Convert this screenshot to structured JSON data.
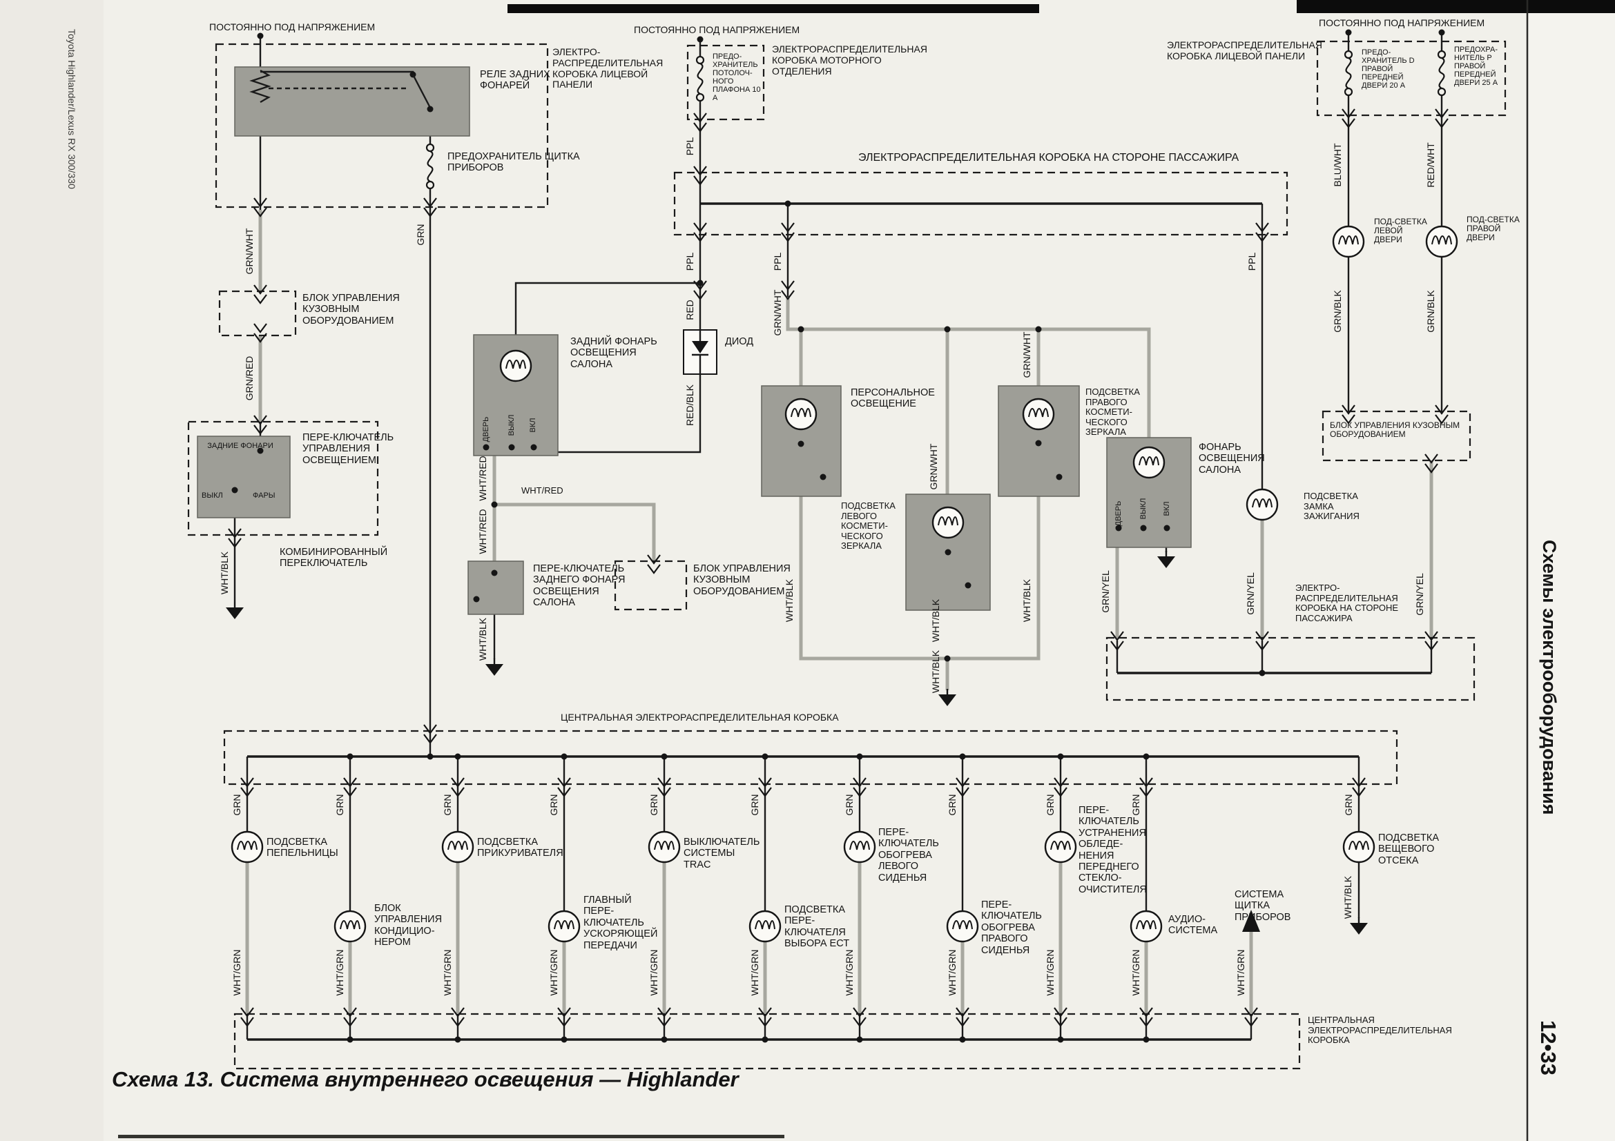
{
  "page": {
    "spine_left": "Toyota Highlander/Lexus RX 300/330",
    "spine_right_title": "Схемы электрооборудования",
    "spine_right_page": "12•33",
    "caption": "Схема 13. Система внутреннего освещения — Highlander"
  },
  "headers": {
    "always_powered": "ПОСТОЯННО ПОД НАПРЯЖЕНИЕМ",
    "ip_junction_box": "ЭЛЕКТРО-РАСПРЕДЕЛИТЕЛЬНАЯ КОРОБКА ЛИЦЕВОЙ ПАНЕЛИ",
    "ip_junction_box_right": "ЭЛЕКТРОРАСПРЕДЕЛИТЕЛЬНАЯ КОРОБКА ЛИЦЕВОЙ ПАНЕЛИ",
    "engine_junction_box": "ЭЛЕКТРОРАСПРЕДЕЛИТЕЛЬНАЯ КОРОБКА МОТОРНОГО ОТДЕЛЕНИЯ",
    "passenger_junction_box": "ЭЛЕКТРОРАСПРЕДЕЛИТЕЛЬНАЯ КОРОБКА НА СТОРОНЕ ПАССАЖИРА",
    "passenger_junction_box2": "ЭЛЕКТРО-РАСПРЕДЕЛИТЕЛЬНАЯ КОРОБКА НА СТОРОНЕ ПАССАЖИРА",
    "central_junction_box": "ЦЕНТРАЛЬНАЯ ЭЛЕКТРОРАСПРЕДЕЛИТЕЛЬНАЯ КОРОБКА",
    "body_ecu": "БЛОК УПРАВЛЕНИЯ КУЗОВНЫМ ОБОРУДОВАНИЕМ"
  },
  "components": {
    "tail_light_relay": "РЕЛЕ ЗАДНИХ ФОНАРЕЙ",
    "gauge_fuse": "ПРЕДОХРАНИТЕЛЬ ЩИТКА ПРИБОРОВ",
    "dome_fuse": "ПРЕДО-ХРАНИТЕЛЬ ПОТОЛОЧ-НОГО ПЛАФОНА 10 А",
    "fuse_d": "ПРЕДО-ХРАНИТЕЛЬ D ПРАВОЙ ПЕРЕДНЕЙ ДВЕРИ 20 А",
    "fuse_p": "ПРЕДОХРА-НИТЕЛЬ P ПРАВОЙ ПЕРЕДНЕЙ ДВЕРИ 25 А",
    "light_control_switch": "ПЕРЕ-КЛЮЧАТЕЛЬ УПРАВЛЕНИЯ ОСВЕЩЕНИЕМ",
    "combination_switch": "КОМБИНИРОВАННЫЙ ПЕРЕКЛЮЧАТЕЛЬ",
    "rear_interior_light": "ЗАДНИЙ ФОНАРЬ ОСВЕЩЕНИЯ САЛОНА",
    "diode": "ДИОД",
    "rear_interior_light_switch": "ПЕРЕ-КЛЮЧАТЕЛЬ ЗАДНЕГО ФОНАРЯ ОСВЕЩЕНИЯ САЛОНА",
    "personal_light": "ПЕРСОНАЛЬНОЕ ОСВЕЩЕНИЕ",
    "left_vanity_light": "ПОДСВЕТКА ЛЕВОГО КОСМЕТИ-ЧЕСКОГО ЗЕРКАЛА",
    "right_vanity_light": "ПОДСВЕТКА ПРАВОГО КОСМЕТИ-ЧЕСКОГО ЗЕРКАЛА",
    "dome_light": "ФОНАРЬ ОСВЕЩЕНИЯ САЛОНА",
    "ignition_key_light": "ПОДСВЕТКА ЗАМКА ЗАЖИГАНИЯ",
    "left_door_light": "ПОД-СВЕТКА ЛЕВОЙ ДВЕРИ",
    "right_door_light": "ПОД-СВЕТКА ПРАВОЙ ДВЕРИ",
    "ashtray_light": "ПОДСВЕТКА ПЕПЕЛЬНИЦЫ",
    "ac_control": "БЛОК УПРАВЛЕНИЯ КОНДИЦИО-НЕРОМ",
    "lighter_light": "ПОДСВЕТКА ПРИКУРИВАТЕЛЯ",
    "overdrive_switch": "ГЛАВНЫЙ ПЕРЕ-КЛЮЧАТЕЛЬ УСКОРЯЮЩЕЙ ПЕРЕДАЧИ",
    "trac_switch": "ВЫКЛЮЧАТЕЛЬ СИСТЕМЫ TRAC",
    "ect_switch_light": "ПОДСВЕТКА ПЕРЕ-КЛЮЧАТЕЛЯ ВЫБОРА ЕСТ",
    "left_seat_heater": "ПЕРЕ-КЛЮЧАТЕЛЬ ОБОГРЕВА ЛЕВОГО СИДЕНЬЯ",
    "right_seat_heater": "ПЕРЕ-КЛЮЧАТЕЛЬ ОБОГРЕВА ПРАВОГО СИДЕНЬЯ",
    "wiper_deicer": "ПЕРЕ-КЛЮЧАТЕЛЬ УСТРАНЕНИЯ ОБЛЕДЕ-НЕНИЯ ПЕРЕДНЕГО СТЕКЛО-ОЧИСТИТЕЛЯ",
    "audio_system": "АУДИО-СИСТЕМА",
    "gauge_system": "СИСТЕМА ЩИТКА ПРИБОРОВ",
    "glovebox_light": "ПОДСВЕТКА ВЕЩЕВОГО ОТСЕКА"
  },
  "switch_positions": {
    "tail": "ЗАДНИЕ ФОНАРИ",
    "off": "ВЫКЛ",
    "head": "ФАРЫ",
    "door": "ДВЕРЬ",
    "on": "ВКЛ"
  },
  "wires": {
    "grn_wht": "GRN/WHT",
    "grn": "GRN",
    "grn_red": "GRN/RED",
    "wht_blk": "WHT/BLK",
    "ppl": "PPL",
    "red": "RED",
    "red_blk": "RED/BLK",
    "wht_red": "WHT/RED",
    "grn_yel": "GRN/YEL",
    "blu_wht": "BLU/WHT",
    "red_wht": "RED/WHT",
    "grn_blk": "GRN/BLK",
    "wht_grn": "WHT/GRN"
  }
}
